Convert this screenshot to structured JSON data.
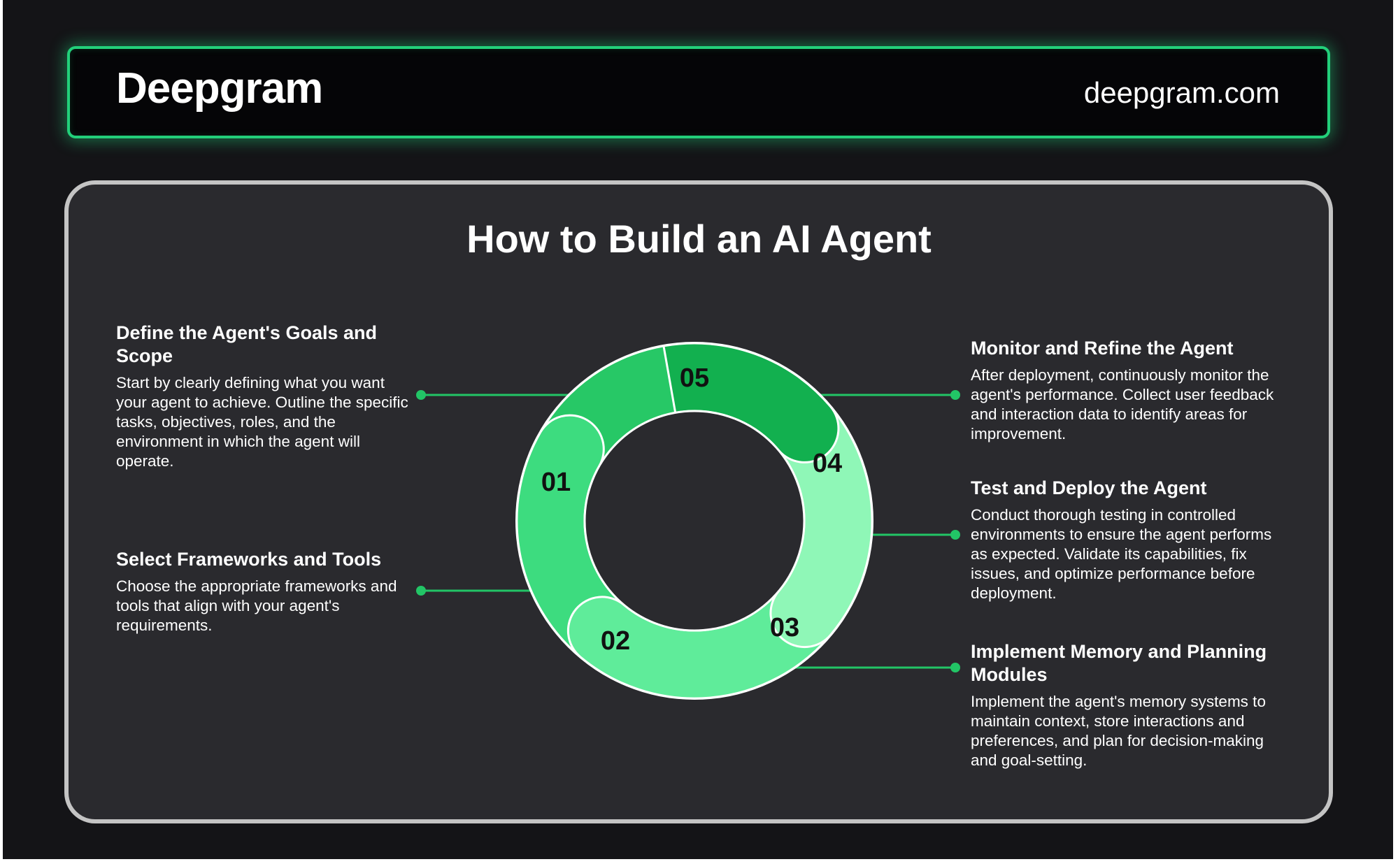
{
  "header": {
    "logo_text": "Deepgram",
    "site_url": "deepgram.com"
  },
  "title": "How to Build an AI Agent",
  "colors": {
    "accent_glow": "#22d07a",
    "connector": "#22c566",
    "segment_01": "#27c866",
    "segment_02": "#3ddc7f",
    "segment_03": "#5fec9a",
    "segment_04": "#8ff7b7",
    "segment_05": "#12b04f"
  },
  "steps": [
    {
      "number": "01",
      "title": "Define the Agent's Goals and Scope",
      "description": "Start by clearly defining what you want your agent to achieve. Outline the specific tasks, objectives, roles, and the environment in which the agent will operate."
    },
    {
      "number": "02",
      "title": "Select Frameworks and Tools",
      "description": "Choose the appropriate frameworks and tools that align with your agent's requirements."
    },
    {
      "number": "03",
      "title": "Implement Memory and Planning Modules",
      "description": "Implement the agent's memory systems to maintain context, store interactions and preferences, and plan for decision-making and goal-setting."
    },
    {
      "number": "04",
      "title": "Test and Deploy the Agent",
      "description": "Conduct thorough testing in controlled environments to ensure the agent performs as expected. Validate its capabilities, fix issues, and optimize performance before deployment."
    },
    {
      "number": "05",
      "title": "Monitor and Refine the Agent",
      "description": "After deployment, continuously monitor the agent's performance. Collect user feedback and interaction data to identify areas for improvement."
    }
  ]
}
